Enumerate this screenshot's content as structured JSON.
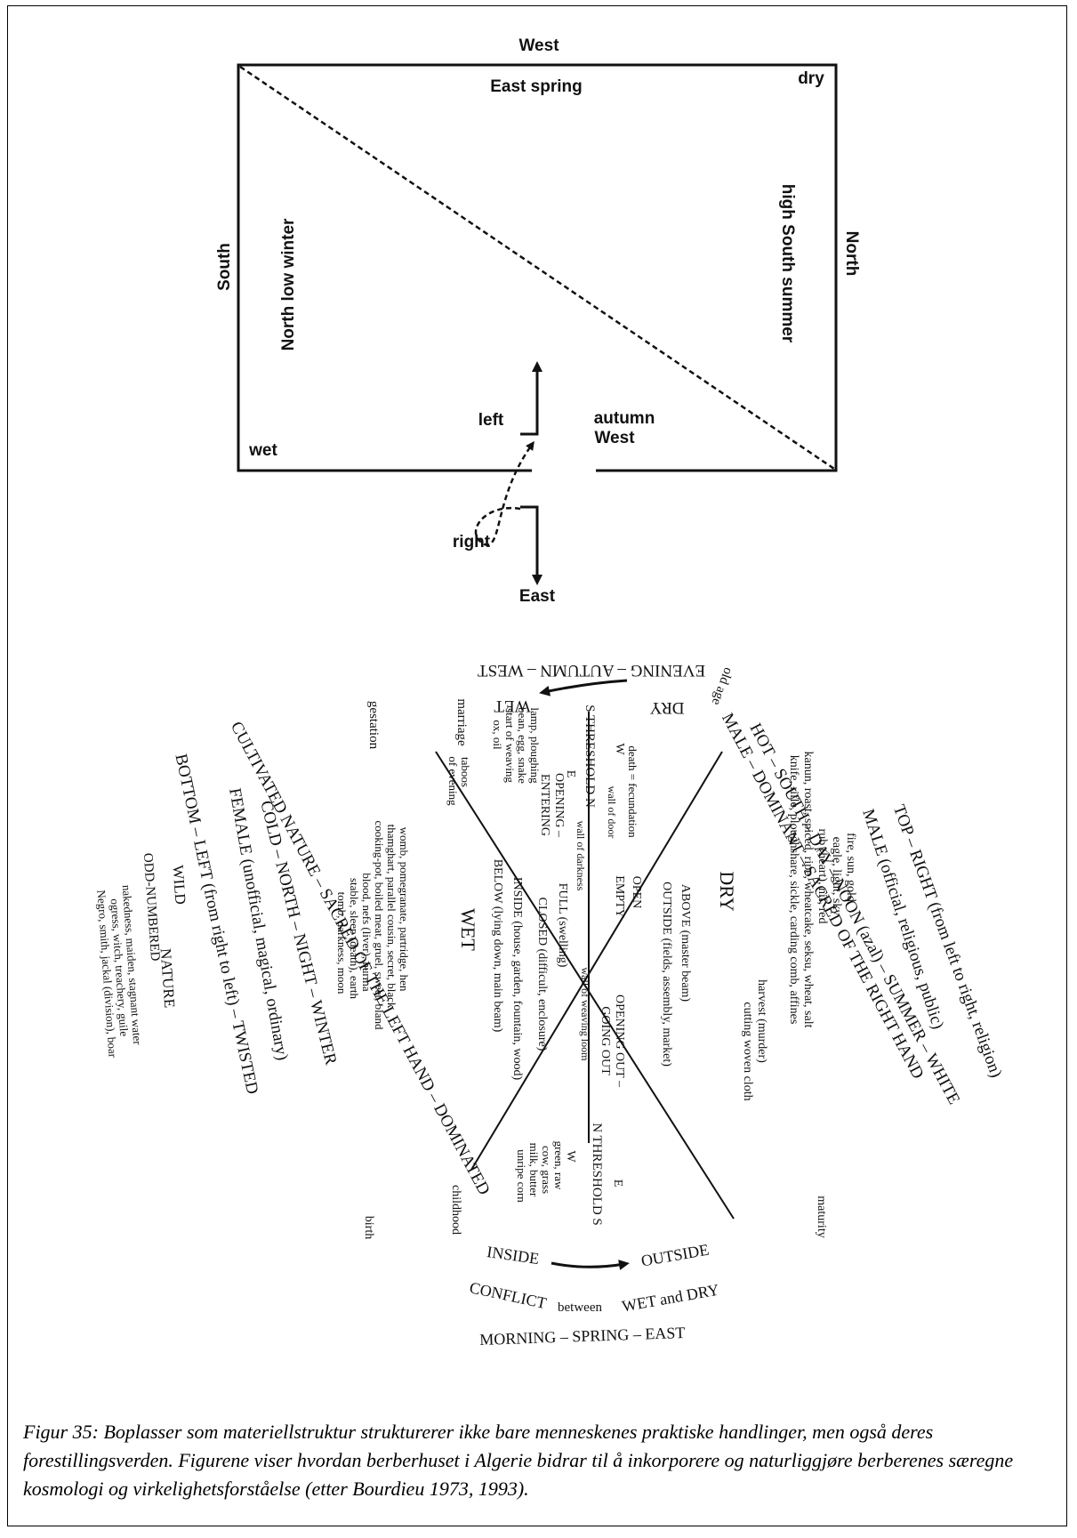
{
  "house_plan": {
    "west_top": "West",
    "east_spring": "East spring",
    "dry": "dry",
    "south": "South",
    "north_low_winter": "North low winter",
    "high_south_summer": "high South summer",
    "north": "North",
    "wet": "wet",
    "left": "left",
    "autumn": "autumn",
    "west_door": "West",
    "right": "right",
    "east": "East"
  },
  "cosmology": {
    "evening_autumn_west": "EVENING – AUTUMN – WEST",
    "old_age": "old age",
    "dry_label": "DRY",
    "wet_label": "WET",
    "marriage": "marriage",
    "gestation": "gestation",
    "cultivated_nature": "CULTIVATED NATURE – SACRED OF THE LEFT HAND – DOMINATED",
    "top_right": "TOP – RIGHT (from left to right, religion)",
    "male": "MALE (official, religious, public)",
    "hot_south": "HOT – SOUTH – DAY – NOON (azal) – SUMMER – WHITE",
    "male_dominant": "MALE – DOMINANT – SACRED OF THE RIGHT HAND",
    "fire_sun": "fire, sun, gold",
    "eagle": "eagle, light, sky",
    "rub": "rub (heart), nif, red",
    "kanun": "kanun, roast, spiced, ripe, wheatcake, seksu, wheat, salt",
    "knife": "knife, rifle, ploughshare, sickle, carding comb, affines",
    "harvest": "harvest (murder)",
    "cutting": "cutting woven cloth",
    "maturity": "maturity",
    "dry_center": "DRY",
    "above": "ABOVE (master beam)",
    "outside_fields": "OUTSIDE (fields, assembly, market)",
    "open": "OPEN",
    "empty": "EMPTY",
    "opening_out": "OPENING OUT –",
    "going_out": "GOING OUT",
    "wall_weaving": "wall of weaving loom",
    "n_threshold_s": "N THRESHOLD S",
    "e_lower": "E",
    "w_lower": "W",
    "green_raw": "green, raw",
    "cow_grass": "cow, grass",
    "milk_butter": "milk, butter",
    "unripe_corn": "unripe corn",
    "s_threshold_n": "S THRESHOLD N",
    "w_upper": "W",
    "e_upper": "E",
    "death": "death = fecundation",
    "wall_door": "wall of door",
    "wall_darkness": "wall of darkness",
    "opening_entering": "OPENING –",
    "entering": "ENTERING",
    "lamp": "lamp, ploughing",
    "bean": "bean, egg, snake",
    "start_weaving": "start of weaving",
    "ox_oil": "ox, oil",
    "taboos": "taboos",
    "of_evening": "of evening",
    "wet_center": "WET",
    "full": "FULL (swelling)",
    "closed": "CLOSED (difficult, enclosure)",
    "inside_house": "INSIDE (house, garden, fountain, wood)",
    "below": "BELOW (lying down, main beam)",
    "womb": "womb, pomegranate, partridge, hen",
    "thamghart": "thamghart, parallel cousin, secret, black",
    "cooking": "cooking-pot, boiled meat, gruel, sweet, bland",
    "blood": "blood, nefs (liver), hurma",
    "stable": "stable, sleep (death), earth",
    "tomb": "tomb, darkness, moon",
    "cold_north": "COLD – NORTH – NIGHT – WINTER",
    "female": "FEMALE (unofficial, magical, ordinary)",
    "bottom_left": "BOTTOM – LEFT (from right to left) – TWISTED",
    "wild": "WILD",
    "nature": "NATURE",
    "odd": "ODD-NUMBERED",
    "nakedness": "nakedness, maiden, stagnant water",
    "ogress": "ogress, witch, treachery, guile",
    "negro": "Negro, smith, jackal (division), boar",
    "birth": "birth",
    "childhood": "childhood",
    "inside": "INSIDE",
    "outside": "OUTSIDE",
    "conflict_a": "CONFLICT",
    "conflict_b": "between",
    "conflict_c": "WET and DRY",
    "morning": "MORNING – SPRING – EAST"
  },
  "caption": "Figur 35: Boplasser som materiellstruktur strukturerer ikke bare menneskenes praktiske handlinger, men også deres forestillingsverden. Figurene viser hvordan berberhuset i Algerie bidrar til å inkorporere og naturliggjøre berberenes særegne kosmologi og virkelighetsforståelse (etter Bourdieu 1973, 1993)."
}
